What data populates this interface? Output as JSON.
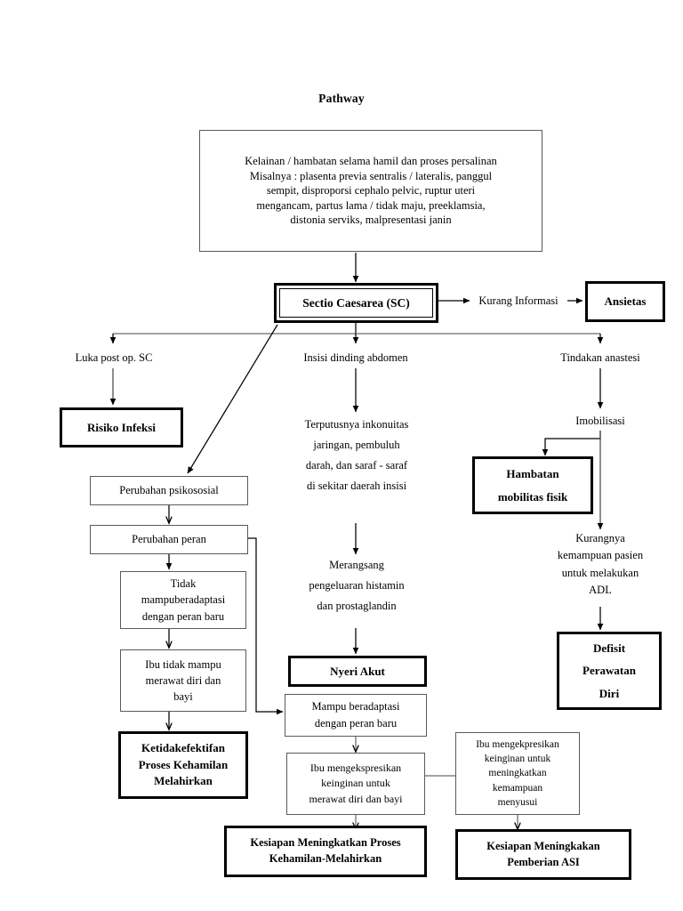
{
  "document": {
    "title": "Pathway",
    "type": "clinical-pathway-flowchart",
    "language": "id"
  },
  "nodes": {
    "etiologi": {
      "text": "Kelainan / hambatan selama hamil dan proses persalinan Misalnya : plasenta previa sentralis / lateralis, panggul sempit, disproporsi cephalo pelvic, ruptur uteri mengancam, partus lama / tidak maju, preeklamsia, distonia serviks, malpresentasi janin",
      "lines": [
        "Kelainan / hambatan selama hamil dan proses persalinan",
        "Misalnya : plasenta previa sentralis / lateralis, panggul",
        "sempit, disproporsi cephalo pelvic, ruptur uteri",
        "mengancam, partus lama / tidak maju, preeklamsia,",
        "distonia serviks, malpresentasi janin"
      ],
      "style": "thin-box"
    },
    "sectio_caesarea": {
      "text": "Sectio Caesarea (SC)",
      "style": "double-box"
    },
    "kurang_informasi": {
      "text": "Kurang Informasi",
      "style": "label"
    },
    "ansietas": {
      "text": "Ansietas",
      "style": "heavy-box"
    },
    "luka_post_op": {
      "text": "Luka post op. SC",
      "style": "label"
    },
    "risiko_infeksi": {
      "text": "Risiko Infeksi",
      "style": "heavy-box"
    },
    "insisi_dinding_abdomen": {
      "text": "Insisi dinding abdomen",
      "style": "label"
    },
    "tindakan_anastesi": {
      "text": "Tindakan anastesi",
      "style": "label"
    },
    "terputusnya_inkonuitas": {
      "lines": [
        "Terputusnya inkonuitas",
        "jaringan, pembuluh",
        "darah, dan saraf - saraf",
        "di sekitar daerah insisi"
      ],
      "style": "label"
    },
    "merangsang_histamin": {
      "lines": [
        "Merangsang",
        "pengeluaran histamin",
        "dan prostaglandin"
      ],
      "style": "label"
    },
    "nyeri_akut": {
      "text": "Nyeri Akut",
      "style": "heavy-box"
    },
    "imobilisasi": {
      "text": "Imobilisasi",
      "style": "label"
    },
    "hambatan_mobilitas": {
      "lines": [
        "Hambatan",
        "mobilitas fisik"
      ],
      "style": "heavy-box"
    },
    "kurangnya_kemampuan": {
      "lines": [
        "Kurangnya",
        "kemampuan pasien",
        "untuk melakukan",
        "ADL"
      ],
      "style": "label"
    },
    "defisit_perawatan_diri": {
      "lines": [
        "Defisit",
        "Perawatan",
        "Diri"
      ],
      "style": "heavy-box"
    },
    "perubahan_psikososial": {
      "text": "Perubahan psikososial",
      "style": "thin-box"
    },
    "perubahan_peran": {
      "text": "Perubahan peran",
      "style": "thin-box"
    },
    "tidak_mampu_beradaptasi": {
      "lines": [
        "Tidak",
        "mampuberadaptasi",
        "dengan peran baru"
      ],
      "style": "thin-box"
    },
    "ibu_tidak_mampu_merawat": {
      "lines": [
        "Ibu tidak mampu",
        "merawat diri dan",
        "bayi"
      ],
      "style": "thin-box"
    },
    "ketidakefektifan": {
      "lines": [
        "Ketidakefektifan",
        "Proses Kehamilan",
        "Melahirkan"
      ],
      "style": "heavy-box"
    },
    "mampu_beradaptasi": {
      "lines": [
        "Mampu beradaptasi",
        "dengan peran baru"
      ],
      "style": "thin-box"
    },
    "ibu_mengekspresikan_merawat": {
      "lines": [
        "Ibu mengekspresikan",
        "keinginan untuk",
        "merawat diri dan bayi"
      ],
      "style": "thin-box"
    },
    "kesiapan_proses_kehamilan": {
      "lines": [
        "Kesiapan Meningkatkan Proses",
        "Kehamilan-Melahirkan"
      ],
      "style": "heavy-box"
    },
    "ibu_mengekpresikan_menyusui": {
      "lines": [
        "Ibu mengekpresikan",
        "keinginan untuk",
        "meningkatkan",
        "kemampuan",
        "menyusui"
      ],
      "style": "thin-box"
    },
    "kesiapan_pemberian_asi": {
      "lines": [
        "Kesiapan Meningkakan",
        "Pemberian ASI"
      ],
      "style": "heavy-box"
    }
  },
  "colors": {
    "background": "#ffffff",
    "text": "#000000",
    "heavy_border": "#000000",
    "thin_border": "#5a5a5a",
    "connector": "#000000"
  }
}
